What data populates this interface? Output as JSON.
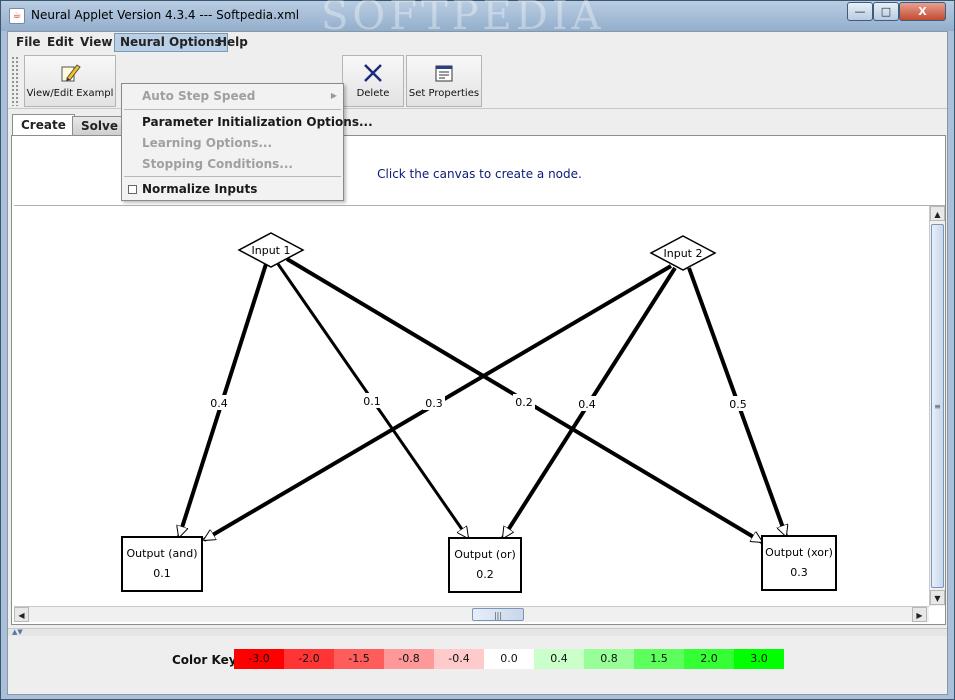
{
  "window": {
    "title": "Neural Applet Version 4.3.4 --- Softpedia.xml",
    "watermark": "SOFTPEDIA",
    "controls": {
      "minimize": "—",
      "maximize": "□",
      "close": "X"
    }
  },
  "menubar": {
    "items": [
      {
        "label": "File"
      },
      {
        "label": "Edit"
      },
      {
        "label": "View"
      },
      {
        "label": "Neural Options",
        "active": true
      },
      {
        "label": "Help"
      }
    ]
  },
  "toolbar": {
    "buttons": [
      {
        "label": "View/Edit Exampl",
        "icon": "edit-pencil-icon"
      },
      {
        "label": "Delete",
        "icon": "delete-x-icon"
      },
      {
        "label": "Set Properties",
        "icon": "properties-icon"
      }
    ]
  },
  "neural_options_menu": {
    "items": [
      {
        "label": "Auto Step Speed",
        "enabled": false,
        "submenu": true
      },
      {
        "label": "Parameter Initialization Options...",
        "enabled": true
      },
      {
        "label": "Learning Options...",
        "enabled": false
      },
      {
        "label": "Stopping Conditions...",
        "enabled": false
      },
      {
        "label": "Normalize Inputs",
        "enabled": true,
        "checkbox": true,
        "checked": false
      }
    ]
  },
  "tabs": [
    {
      "label": "Create",
      "selected": true
    },
    {
      "label": "Solve",
      "selected": false
    }
  ],
  "canvas": {
    "hint": "Click the canvas to create a node.",
    "nodes": [
      {
        "id": "in1",
        "label": "Input 1",
        "kind": "input"
      },
      {
        "id": "in2",
        "label": "Input 2",
        "kind": "input"
      },
      {
        "id": "and",
        "label": "Output (and)",
        "value": "0.1",
        "kind": "output"
      },
      {
        "id": "or",
        "label": "Output (or)",
        "value": "0.2",
        "kind": "output"
      },
      {
        "id": "xor",
        "label": "Output (xor)",
        "value": "0.3",
        "kind": "output"
      }
    ],
    "edges": [
      {
        "from": "in1",
        "to": "and",
        "weight": "0.4"
      },
      {
        "from": "in1",
        "to": "or",
        "weight": "0.1"
      },
      {
        "from": "in1",
        "to": "xor",
        "weight": "0.2"
      },
      {
        "from": "in2",
        "to": "and",
        "weight": "0.3"
      },
      {
        "from": "in2",
        "to": "or",
        "weight": "0.4"
      },
      {
        "from": "in2",
        "to": "xor",
        "weight": "0.5"
      }
    ]
  },
  "color_key": {
    "label": "Color Key:",
    "cells": [
      {
        "value": "-3.0",
        "color": "#ff0000"
      },
      {
        "value": "-2.0",
        "color": "#ff3434"
      },
      {
        "value": "-1.5",
        "color": "#ff5c5c"
      },
      {
        "value": "-0.8",
        "color": "#ff9898"
      },
      {
        "value": "-0.4",
        "color": "#ffcaca"
      },
      {
        "value": "0.0",
        "color": "#ffffff"
      },
      {
        "value": "0.4",
        "color": "#caffca"
      },
      {
        "value": "0.8",
        "color": "#98ff98"
      },
      {
        "value": "1.5",
        "color": "#5cff5c"
      },
      {
        "value": "2.0",
        "color": "#34ff34"
      },
      {
        "value": "3.0",
        "color": "#00ff00"
      }
    ]
  }
}
